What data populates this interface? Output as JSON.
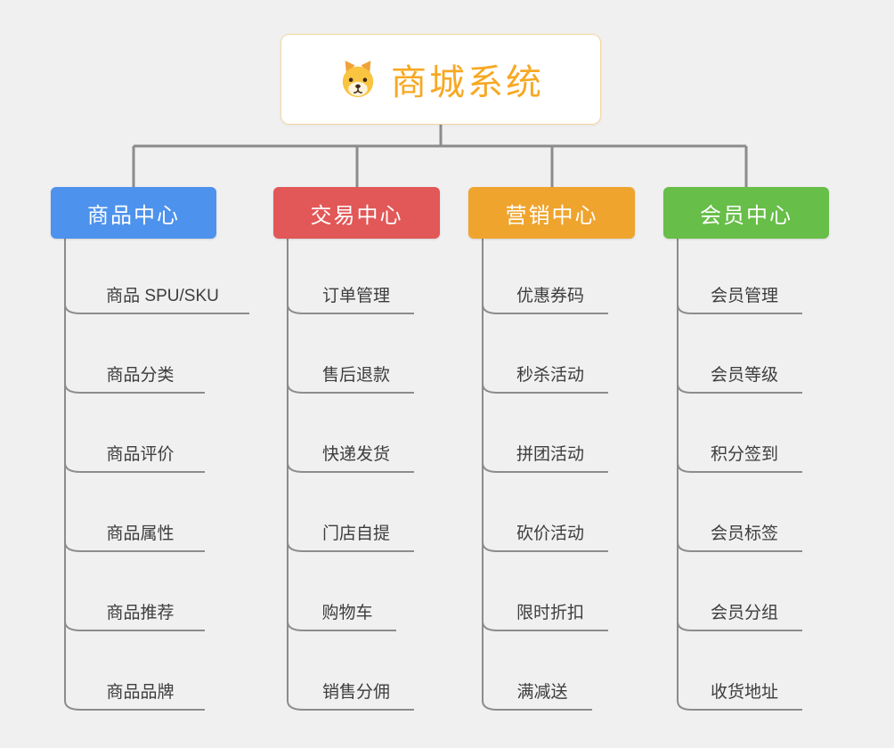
{
  "canvas": {
    "background": "#F0F0F0"
  },
  "connector_color": "#8C8C8C",
  "root": {
    "label": "商城系统",
    "icon": "dog-face-icon",
    "text_color": "#F7A823",
    "border_color": "#F6D7A0",
    "background": "#FFFFFF"
  },
  "branches": [
    {
      "label": "商品中心",
      "color": "#4D92EC",
      "items": [
        "商品 SPU/SKU",
        "商品分类",
        "商品评价",
        "商品属性",
        "商品推荐",
        "商品品牌"
      ]
    },
    {
      "label": "交易中心",
      "color": "#E25757",
      "items": [
        "订单管理",
        "售后退款",
        "快递发货",
        "门店自提",
        "购物车",
        "销售分佣"
      ]
    },
    {
      "label": "营销中心",
      "color": "#EFA42E",
      "items": [
        "优惠券码",
        "秒杀活动",
        "拼团活动",
        "砍价活动",
        "限时折扣",
        "满减送"
      ]
    },
    {
      "label": "会员中心",
      "color": "#67BE48",
      "items": [
        "会员管理",
        "会员等级",
        "积分签到",
        "会员标签",
        "会员分组",
        "收货地址"
      ]
    }
  ]
}
